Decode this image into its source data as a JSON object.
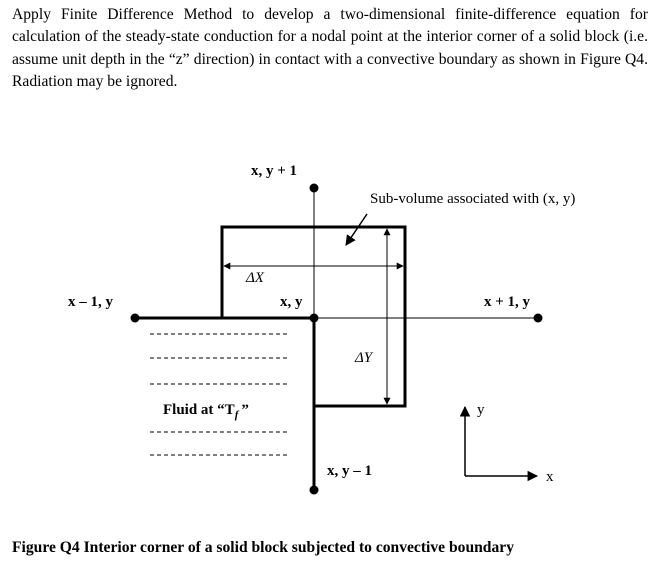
{
  "problem_text": "Apply Finite Difference Method to develop a two-dimensional finite-difference equation for calculation of the steady-state conduction for a nodal point at the interior corner of a solid block (i.e. assume unit depth in the “z” direction) in contact with a convective boundary as shown in Figure Q4. Radiation may be ignored.",
  "diagram": {
    "labels": {
      "node_top": "x, y + 1",
      "node_left": "x – 1, y",
      "node_center": "x, y",
      "node_right": "x + 1, y",
      "node_bottom": "x, y – 1",
      "subvolume": "Sub-volume associated with (x, y)",
      "delta_x": "ΔX",
      "delta_y": "ΔY",
      "fluid_prefix": "Fluid at “T",
      "fluid_subscript": "f",
      "fluid_suffix": "”",
      "axis_y": "y",
      "axis_x": "x"
    }
  },
  "caption": "Figure Q4   Interior corner of a solid block subjected to convective boundary"
}
